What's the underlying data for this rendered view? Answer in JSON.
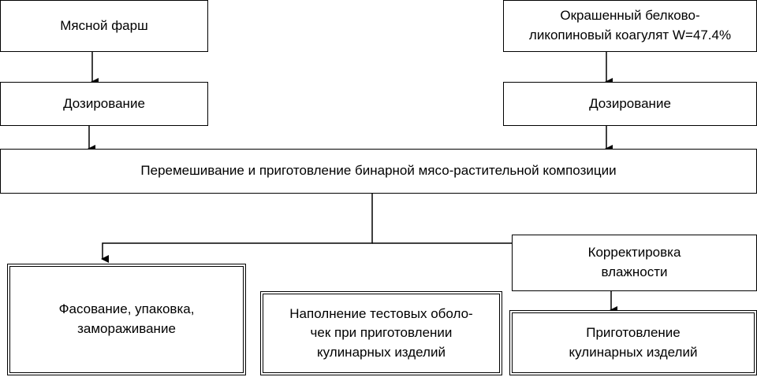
{
  "boxes": {
    "minced_meat": "Мясной фарш",
    "coagulate": "Окрашенный белково-\nликопиновый коагулят W=47.4%",
    "dosing_left": "Дозирование",
    "dosing_right": "Дозирование",
    "mixing": "Перемешивание и приготовление бинарной мясо-растительной композиции",
    "moisture_correction": "Корректировка\nвлажности",
    "packaging": "Фасование, упаковка,\nзамораживание",
    "dough_filling": "Наполнение тестовых оболо-\nчек при приготовлении\nкулинарных изделий",
    "culinary": "Приготовление\nкулинарных изделий"
  }
}
